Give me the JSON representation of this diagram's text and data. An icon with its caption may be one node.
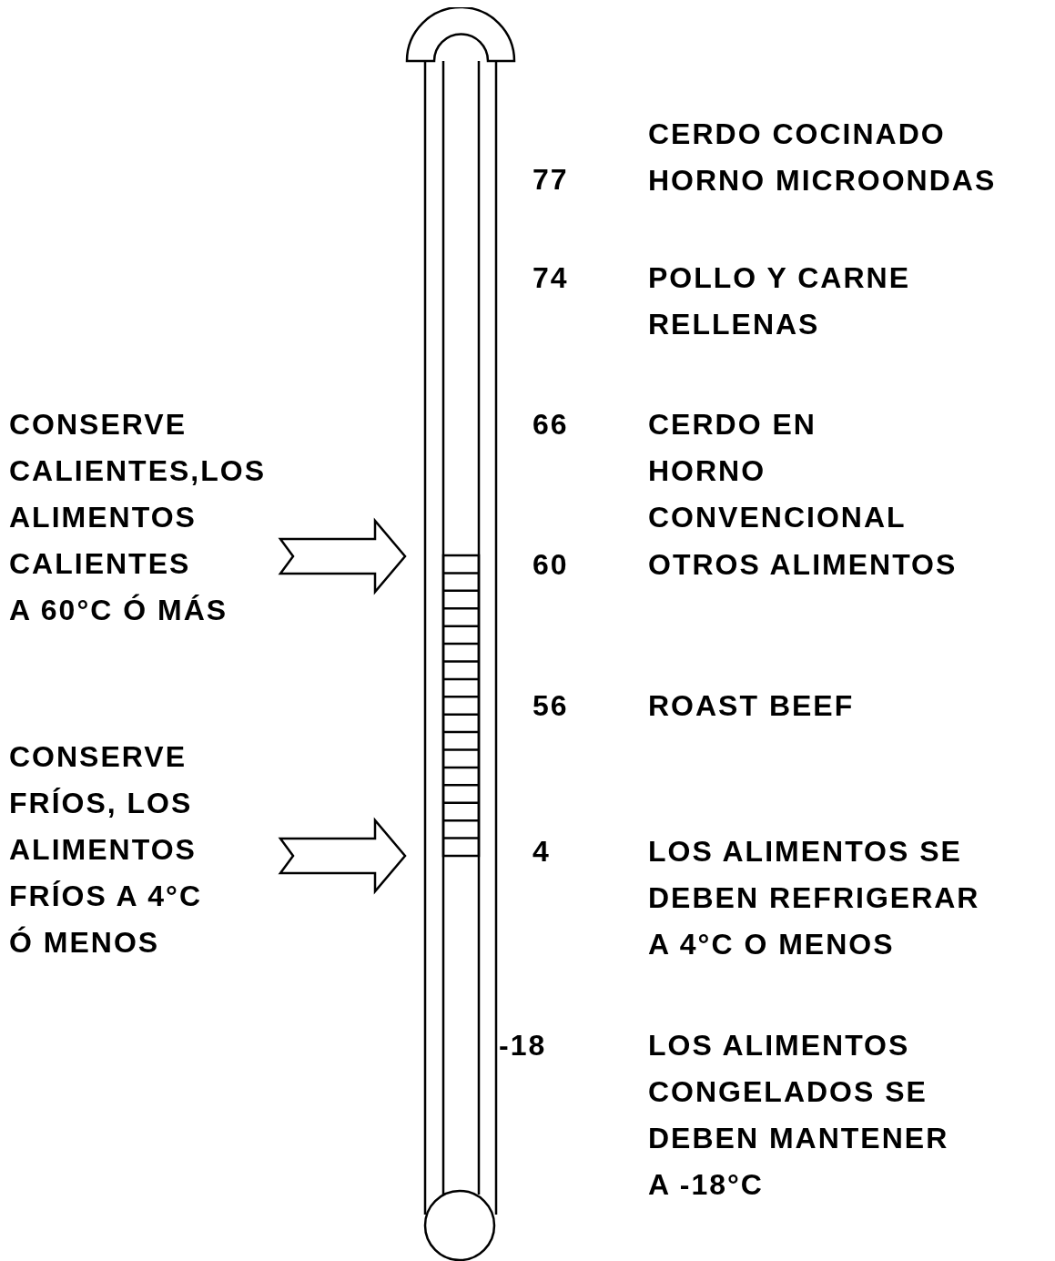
{
  "diagram": {
    "nodes": [
      {
        "text": [],
        "shape": "picture"
      },
      {
        "text": [
          "CONSERVE CALIENTES,LOS ALIMENTOS CALIENTES A 60°C Ó MÁS"
        ]
      },
      {
        "text": [
          "CONSERVE FRÍOS, LOS ALIMENTOS FRÍOS A 4°C Ó MENOS"
        ]
      }
    ],
    "edges": [
      {
        "from": 1,
        "to": 0,
        "arrow": "to"
      },
      {
        "from": 2,
        "to": 0,
        "arrow": "to"
      }
    ],
    "labels": [
      "CERDO COCINADO HORNO MICROONDAS",
      "77",
      "74",
      "POLLO Y CARNE RELLENAS",
      "66",
      "CERDO EN HORNO CONVENCIONAL",
      "60",
      "OTROS ALIMENTOS",
      "56",
      "ROAST BEEF",
      "4",
      "LOS ALIMENTOS SE DEBEN REFRIGERAR A 4°C O MENOS",
      "-18",
      "LOS ALIMENTOS CONGELADOS SE DEBEN MANTENER A -18°C"
    ]
  }
}
